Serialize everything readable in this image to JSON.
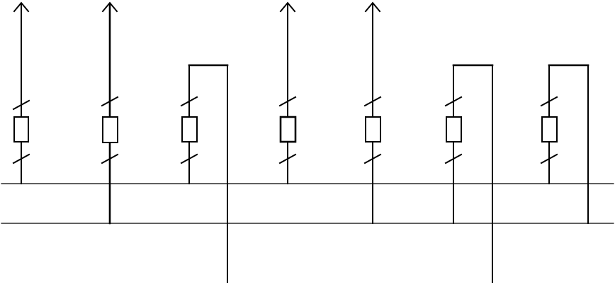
{
  "diagram": {
    "kind": "single-line switchgear schematic",
    "busbars": 2,
    "feeders": [
      {
        "id": 1,
        "type": "outgoing",
        "connects_to_bus": 1,
        "has_arrow": true
      },
      {
        "id": 2,
        "type": "outgoing",
        "connects_to_bus": 2,
        "has_arrow": true
      },
      {
        "id": 3,
        "type": "loop",
        "connects_to_bus": 1,
        "has_arrow": false
      },
      {
        "id": 4,
        "type": "outgoing",
        "connects_to_bus": 1,
        "has_arrow": true
      },
      {
        "id": 5,
        "type": "outgoing",
        "connects_to_bus": 2,
        "has_arrow": true
      },
      {
        "id": 6,
        "type": "loop",
        "connects_to_bus": 2,
        "has_arrow": false
      },
      {
        "id": 7,
        "type": "loop",
        "connects_to_bus": 1,
        "has_arrow": false
      }
    ],
    "colors": {
      "line": "#000000",
      "background": "#ffffff"
    }
  }
}
